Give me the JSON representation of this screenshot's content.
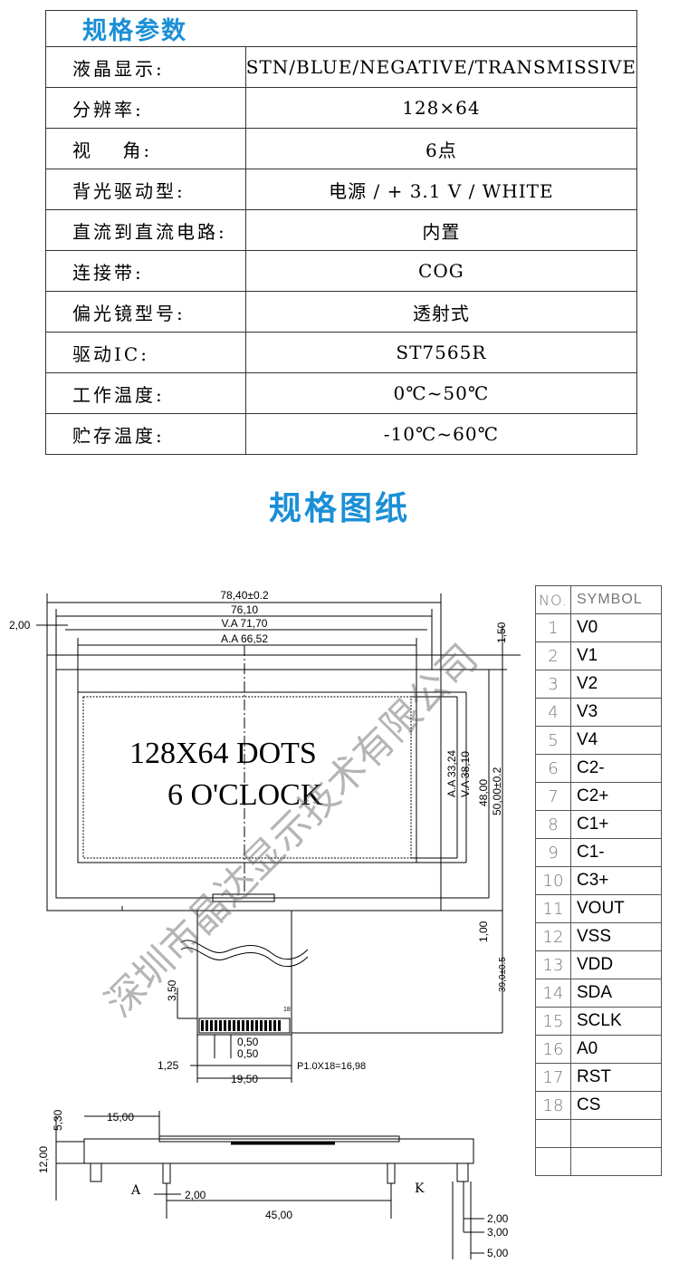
{
  "spec": {
    "title": "规格参数",
    "rows": [
      {
        "label": "液晶显示:",
        "value": "STN/BLUE/NEGATIVE/TRANSMISSIVE"
      },
      {
        "label": "分辨率:",
        "value": "128×64"
      },
      {
        "label": "视　 角:",
        "value": "6点"
      },
      {
        "label": "背光驱动型:",
        "value": "电源 / + 3.1 V / WHITE"
      },
      {
        "label": "直流到直流电路:",
        "value": "内置"
      },
      {
        "label": "连接带:",
        "value": "COG"
      },
      {
        "label": "偏光镜型号:",
        "value": "透射式"
      },
      {
        "label": "驱动IC:",
        "value": "ST7565R"
      },
      {
        "label": "工作温度:",
        "value": "0℃~50℃"
      },
      {
        "label": "贮存温度:",
        "value": "-10℃~60℃"
      }
    ]
  },
  "drawing": {
    "title": "规格图纸",
    "display_text_1": "128X64 DOTS",
    "display_text_2": "6 O'CLOCK",
    "dims": {
      "w_total": "78,40±0.2",
      "w_76": "76,10",
      "w_va": "V.A 71,70",
      "w_aa": "A.A 66,52",
      "left_200": "2,00",
      "right_150": "1,50",
      "h_aa": "A.A 33,24",
      "h_va": "V.A 38,10",
      "h_48": "48,00",
      "h_50": "50,00±0.2",
      "h_100": "1,00",
      "h_390": "39,0±0.5",
      "h_350": "3,50",
      "pitch_050a": "0,50",
      "pitch_050b": "0,50",
      "pin_125": "1,25",
      "fpc_width": "19,50",
      "pitch_text": "P1.0X18=16,98",
      "pin_label_18": "18",
      "side_15": "15,00",
      "side_530": "5,30",
      "side_1200": "12,00",
      "side_200": "2,00",
      "side_4500": "45,00",
      "side_a": "A",
      "side_k": "K",
      "br_200": "2,00",
      "br_300": "3,00",
      "br_500": "5,00"
    }
  },
  "pins": {
    "header_no": "NO.",
    "header_symbol": "SYMBOL",
    "rows": [
      {
        "no": "1",
        "sym": "V0"
      },
      {
        "no": "2",
        "sym": "V1"
      },
      {
        "no": "3",
        "sym": "V2"
      },
      {
        "no": "4",
        "sym": "V3"
      },
      {
        "no": "5",
        "sym": "V4"
      },
      {
        "no": "6",
        "sym": "C2-"
      },
      {
        "no": "7",
        "sym": "C2+"
      },
      {
        "no": "8",
        "sym": "C1+"
      },
      {
        "no": "9",
        "sym": "C1-"
      },
      {
        "no": "10",
        "sym": "C3+"
      },
      {
        "no": "11",
        "sym": "VOUT"
      },
      {
        "no": "12",
        "sym": "VSS"
      },
      {
        "no": "13",
        "sym": "VDD"
      },
      {
        "no": "14",
        "sym": "SDA"
      },
      {
        "no": "15",
        "sym": "SCLK"
      },
      {
        "no": "16",
        "sym": "A0"
      },
      {
        "no": "17",
        "sym": "RST"
      },
      {
        "no": "18",
        "sym": "CS"
      }
    ]
  },
  "watermark": "深圳市晶达显示技术有限公司"
}
